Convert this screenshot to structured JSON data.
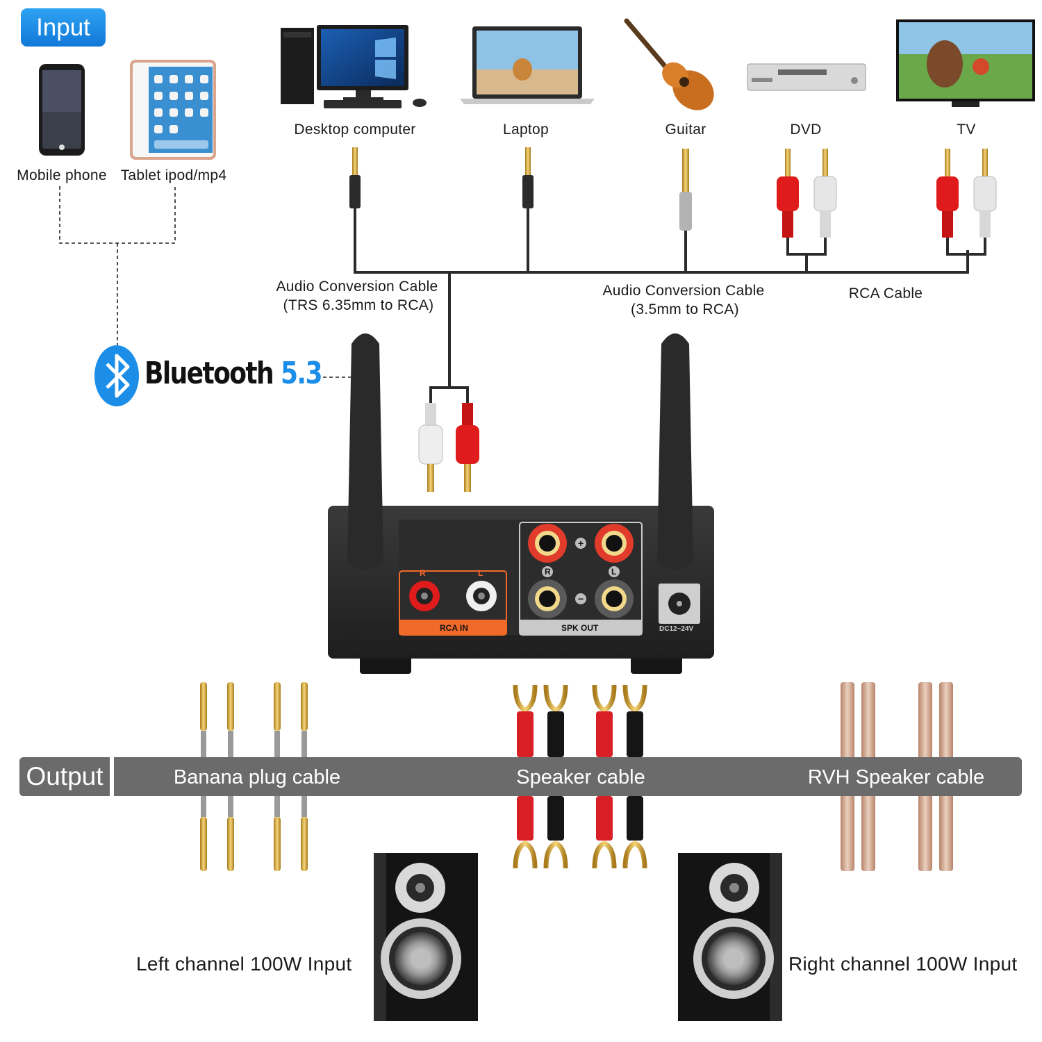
{
  "input": {
    "badge": "Input",
    "devices": {
      "mobile_phone": "Mobile phone",
      "tablet": "Tablet ipod/mp4",
      "desktop": "Desktop computer",
      "laptop": "Laptop",
      "guitar": "Guitar",
      "dvd": "DVD",
      "tv": "TV"
    }
  },
  "cables": {
    "trs_line1": "Audio Conversion Cable",
    "trs_line2": "(TRS 6.35mm to RCA)",
    "mm35_line1": "Audio Conversion Cable",
    "mm35_line2": "(3.5mm to RCA)",
    "rca": "RCA Cable"
  },
  "bluetooth": {
    "word": "Bluetooth",
    "version": "5.3"
  },
  "amplifier": {
    "rca_in": "RCA IN",
    "rca_r": "R",
    "rca_l": "L",
    "spk_out": "SPK OUT",
    "plus": "+",
    "minus": "−",
    "spk_r": "R",
    "spk_l": "L",
    "dc": "DC12~24V"
  },
  "output": {
    "badge": "Output",
    "banana": "Banana plug cable",
    "speaker": "Speaker cable",
    "rvh": "RVH Speaker cable"
  },
  "speakers": {
    "left": "Left channel 100W Input",
    "right": "Right channel 100W Input"
  },
  "colors": {
    "input_blue": "#1c8ee8",
    "output_gray": "#6b6b6b",
    "rca_red": "#e01b1b",
    "panel_orange": "#f26a2a",
    "amp_body": "#2a2a2a"
  }
}
